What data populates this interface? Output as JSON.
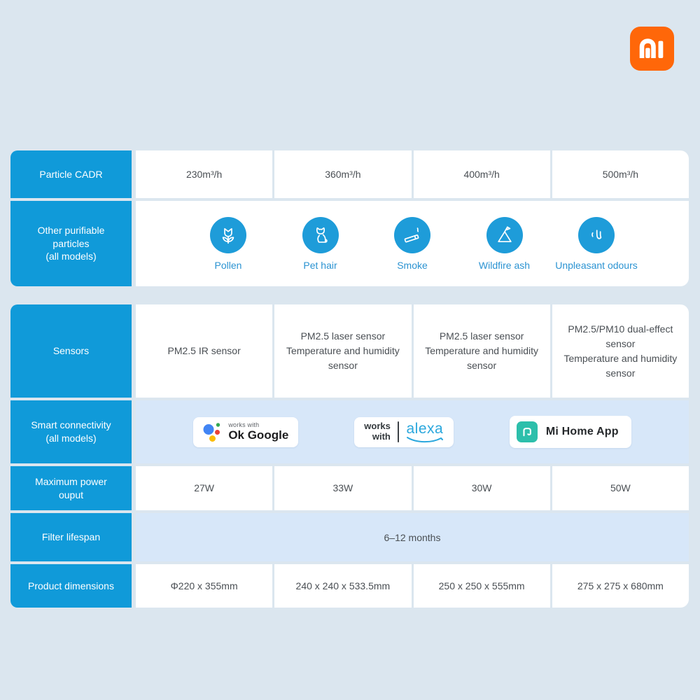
{
  "logo": {
    "name": "Xiaomi Mi logo",
    "bg_color": "#ff6709"
  },
  "theme": {
    "page_bg": "#dbe6ef",
    "header_blue": "#109ad9",
    "light_row_blue": "#d7e7f9",
    "icon_circle_blue": "#1e9cd9",
    "icon_label_blue": "#2b93d2",
    "cell_text": "#4a4f54"
  },
  "cadr": {
    "header": "Particle CADR",
    "values": [
      "230m³/h",
      "360m³/h",
      "400m³/h",
      "500m³/h"
    ]
  },
  "particles": {
    "header": [
      "Other purifiable",
      "particles",
      "(all models)"
    ],
    "items": [
      {
        "icon": "pollen-icon",
        "label": "Pollen"
      },
      {
        "icon": "pet-hair-icon",
        "label": "Pet hair"
      },
      {
        "icon": "smoke-icon",
        "label": "Smoke"
      },
      {
        "icon": "wildfire-ash-icon",
        "label": "Wildfire ash"
      },
      {
        "icon": "unpleasant-odours-icon",
        "label": "Unpleasant odours"
      }
    ]
  },
  "sensors": {
    "header": "Sensors",
    "values": [
      [
        "PM2.5 IR sensor"
      ],
      [
        "PM2.5 laser sensor",
        "Temperature and humidity sensor"
      ],
      [
        "PM2.5 laser sensor",
        "Temperature and humidity sensor"
      ],
      [
        "PM2.5/PM10 dual-effect sensor",
        "Temperature and humidity sensor"
      ]
    ]
  },
  "connectivity": {
    "header": [
      "Smart connectivity",
      "(all models)"
    ],
    "badges": {
      "google": {
        "small": "works with",
        "big": "Ok Google"
      },
      "alexa": {
        "left": [
          "works",
          "with"
        ],
        "brand": "alexa"
      },
      "mihome": {
        "label": "Mi Home App"
      }
    }
  },
  "power": {
    "header": [
      "Maximum power",
      "ouput"
    ],
    "values": [
      "27W",
      "33W",
      "30W",
      "50W"
    ]
  },
  "filter": {
    "header": "Filter lifespan",
    "value": "6–12 months"
  },
  "dimensions": {
    "header": "Product dimensions",
    "values": [
      "Φ220 x 355mm",
      "240 x 240 x 533.5mm",
      "250 x 250 x 555mm",
      "275 x 275 x 680mm"
    ]
  }
}
